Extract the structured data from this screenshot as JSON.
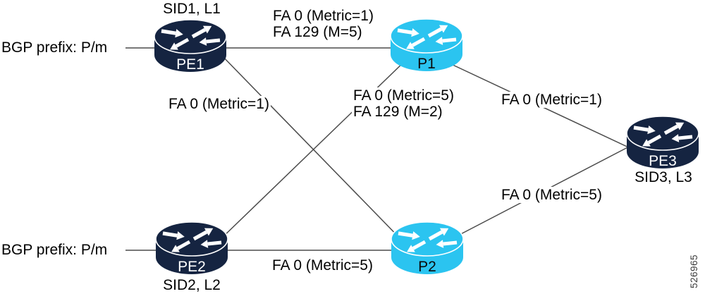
{
  "figure_number": "526965",
  "colors": {
    "pe_router_fill": "#152441",
    "p_router_fill": "#2BC4F0",
    "router_arrow": "#FFFFFF",
    "link_line": "#4B4B4B",
    "label_text": "#000000",
    "figure_number_text": "#3A3A3A"
  },
  "nodes": {
    "pe1": {
      "label": "PE1",
      "caption": "SID1, L1",
      "type": "pe-router"
    },
    "p1": {
      "label": "P1",
      "type": "p-router"
    },
    "pe2": {
      "label": "PE2",
      "caption": "SID2, L2",
      "type": "pe-router"
    },
    "p2": {
      "label": "P2",
      "type": "p-router"
    },
    "pe3": {
      "label": "PE3",
      "caption": "SID3, L3",
      "type": "pe-router"
    }
  },
  "bgp_labels": {
    "pe1": "BGP prefix: P/m",
    "pe2": "BGP prefix: P/m"
  },
  "links": {
    "pe1_p1": {
      "from": "PE1",
      "to": "P1",
      "labels": [
        "FA 0 (Metric=1)",
        "FA 129 (M=5)"
      ]
    },
    "pe1_p2": {
      "from": "PE1",
      "to": "P2",
      "labels": [
        "FA 0 (Metric=1)"
      ]
    },
    "pe2_p1": {
      "from": "PE2",
      "to": "P1",
      "labels": [
        "FA 0 (Metric=5)",
        "FA 129 (M=2)"
      ]
    },
    "pe2_p2": {
      "from": "PE2",
      "to": "P2",
      "labels": [
        "FA 0 (Metric=5)"
      ]
    },
    "p1_pe3": {
      "from": "P1",
      "to": "PE3",
      "labels": [
        "FA 0 (Metric=1)"
      ]
    },
    "p2_pe3": {
      "from": "P2",
      "to": "PE3",
      "labels": [
        "FA 0 (Metric=5)"
      ]
    }
  }
}
